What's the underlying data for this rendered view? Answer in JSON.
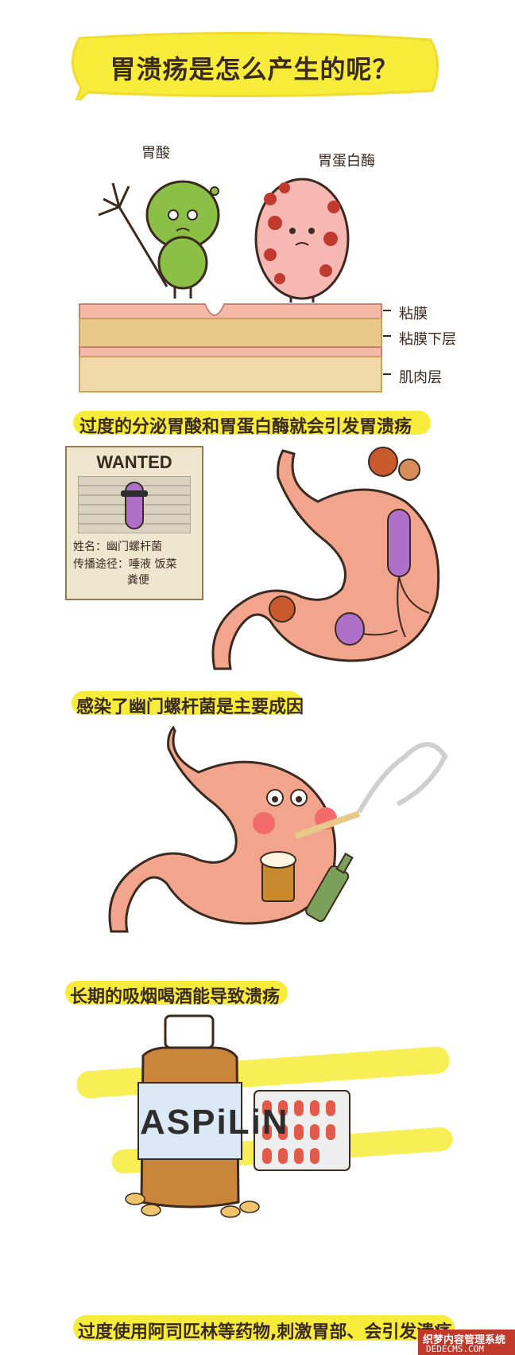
{
  "title": "胃溃疡是怎么产生的呢？",
  "section1": {
    "label_acid": "胃酸",
    "label_pepsin": "胃蛋白酶",
    "layers": [
      "粘膜",
      "粘膜下层",
      "肌肉层"
    ],
    "caption": "过度的分泌胃酸和胃蛋白酶就会引发胃溃疡"
  },
  "section2": {
    "wanted_title": "WANTED",
    "name_line": "姓名：幽门螺杆菌",
    "route_line": "传播途径：唾液 饭菜",
    "route_line2": "粪便",
    "caption": "感染了幽门螺杆菌是主要成因"
  },
  "section3": {
    "caption": "长期的吸烟喝酒能导致溃疡"
  },
  "section4": {
    "bottle_label": "ASPiLiN",
    "caption": "过度使用阿司匹林等药物,刺激胃部、会引发溃疡"
  },
  "watermark": {
    "line1": "织梦内容管理系统",
    "line2": "DEDECMS.COM"
  },
  "colors": {
    "highlight": "#f7ec3a",
    "stomach": "#f2a48c",
    "mucosa": "#f4b8a8",
    "submucosa": "#e9c98a",
    "muscle": "#f0d9a8"
  }
}
